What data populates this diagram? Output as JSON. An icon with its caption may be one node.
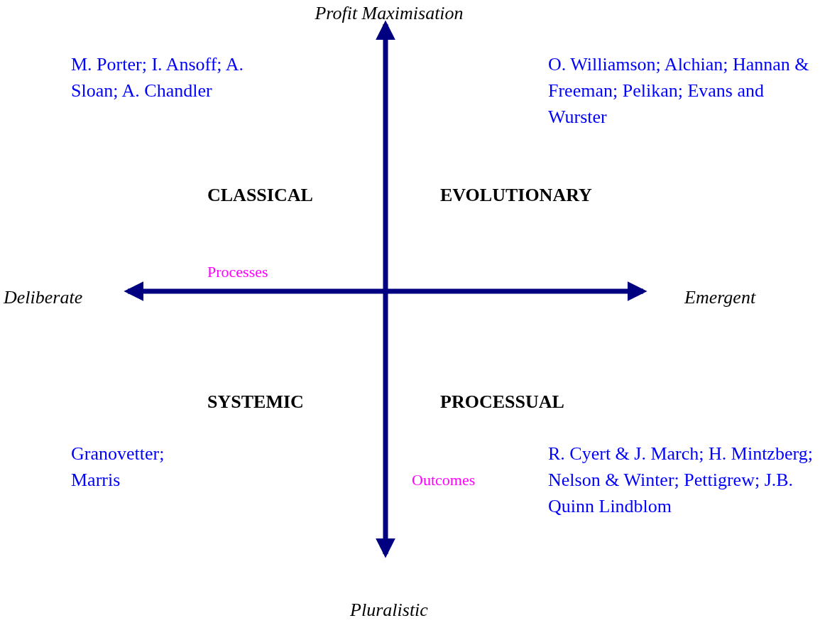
{
  "diagram": {
    "labels": [
      "Profit Maximisation",
      "M. Porter; I. Ansoff; A. Sloan; A. Chandler",
      "O. Williamson; Alchian; Hannan & Freeman; Pelikan; Evans and Wurster",
      "CLASSICAL",
      "EVOLUTIONARY",
      "Processes",
      "Deliberate",
      "Emergent",
      "SYSTEMIC",
      "PROCESSUAL",
      "Granovetter; Marris",
      "R. Cyert & J. March; H. Mintzberg; Nelson & Winter; Pettigrew; J.B. Quinn Lindblom",
      "Outcomes",
      "Pluralistic"
    ]
  }
}
